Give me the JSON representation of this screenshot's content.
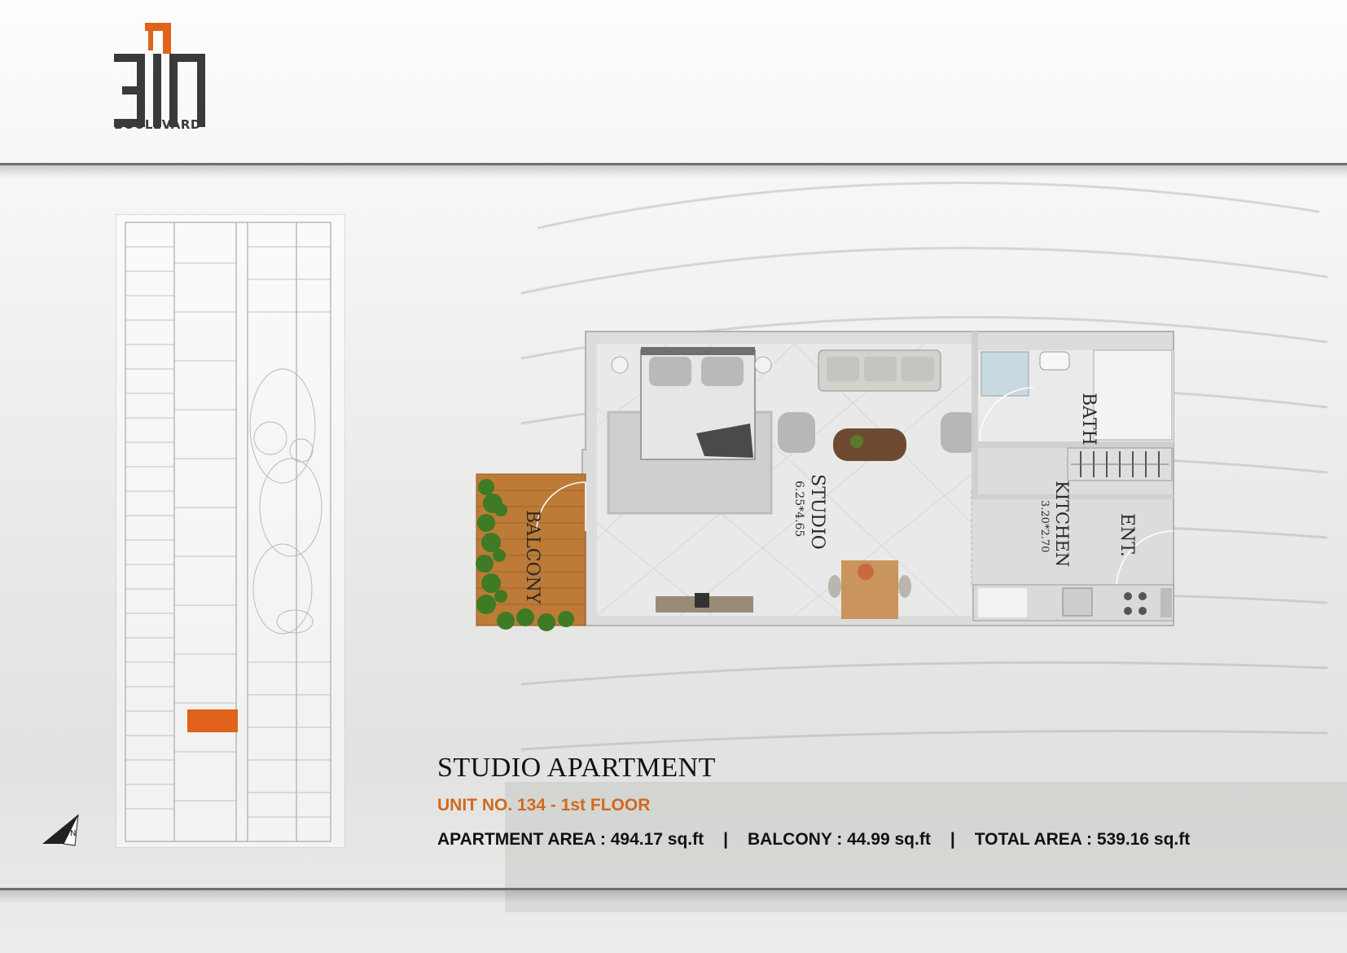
{
  "brand": {
    "logo_mark": "311",
    "logo_word": "BOULEVARD",
    "accent_color": "#d2691e",
    "dark_color": "#3a3a3a"
  },
  "floorplan": {
    "rooms": [
      {
        "name": "STUDIO",
        "size": "6.25*4.65"
      },
      {
        "name": "BALCONY",
        "size": ""
      },
      {
        "name": "BATH",
        "size": ""
      },
      {
        "name": "KITCHEN",
        "size": "3.20*2.70"
      },
      {
        "name": "ENT.",
        "size": ""
      }
    ]
  },
  "listing": {
    "title": "STUDIO APARTMENT",
    "unit": "UNIT NO.  134 - 1st FLOOR",
    "apartment_area": "APARTMENT AREA : 494.17 sq.ft",
    "separator": "|",
    "balcony_area": "BALCONY : 44.99 sq.ft",
    "total_area": "TOTAL AREA : 539.16 sq.ft"
  },
  "compass": {
    "label": "N",
    "icon": "north-arrow-icon"
  },
  "keyplan": {
    "highlight_color": "#e0621b"
  }
}
